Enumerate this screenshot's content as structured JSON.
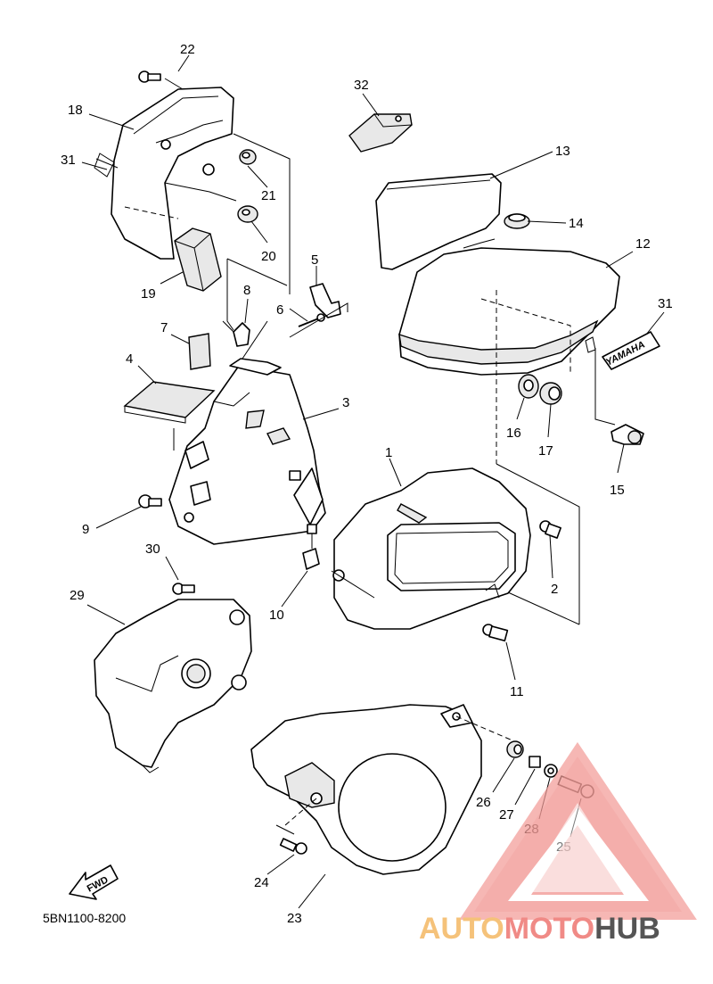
{
  "diagram": {
    "callouts": [
      "1",
      "2",
      "3",
      "4",
      "5",
      "6",
      "7",
      "8",
      "9",
      "10",
      "11",
      "12",
      "13",
      "14",
      "15",
      "16",
      "17",
      "18",
      "19",
      "20",
      "21",
      "22",
      "23",
      "24",
      "25",
      "26",
      "27",
      "28",
      "29",
      "30",
      "31",
      "31",
      "32"
    ],
    "emblem_text": "YAMAHA",
    "direction_text": "FWD",
    "diagram_code": "5BN1100-8200"
  },
  "watermark": {
    "part1": "AUTO",
    "part2": "MOTO",
    "part3": "HUB",
    "colors": {
      "auto": "#f5c27a",
      "moto": "#f08a86",
      "hub": "#555555",
      "triangle": "#f29b97"
    }
  }
}
